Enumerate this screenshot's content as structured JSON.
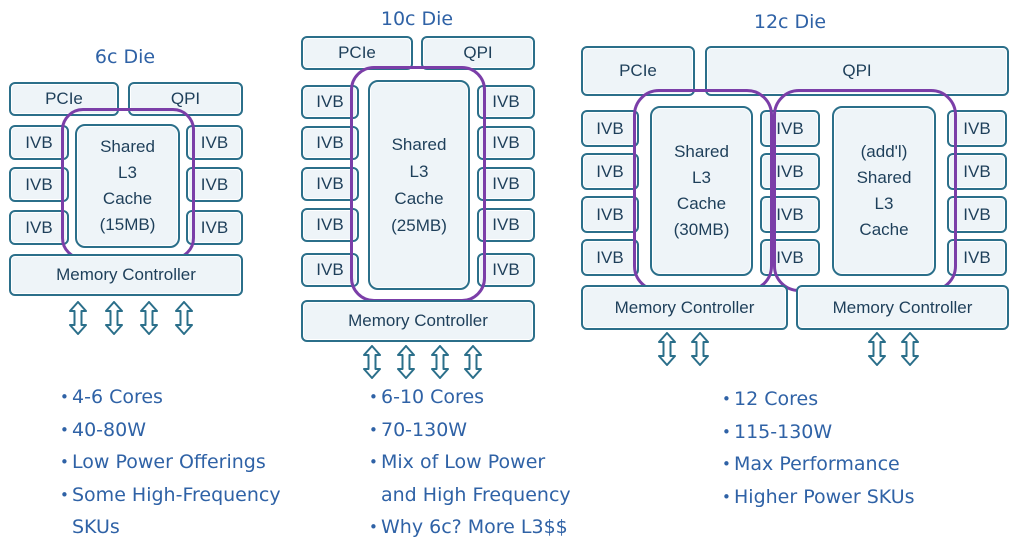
{
  "dies": [
    {
      "title": "6c Die",
      "pcie": "PCIe",
      "qpi": "QPI",
      "core_label": "IVB",
      "cache_lines": [
        "Shared",
        "L3",
        "Cache",
        "(15MB)"
      ],
      "memory_controller": "Memory Controller",
      "bullets": [
        "4-6 Cores",
        "40-80W",
        "Low Power Offerings",
        "Some High-Frequency",
        "SKUs"
      ]
    },
    {
      "title": "10c Die",
      "pcie": "PCIe",
      "qpi": "QPI",
      "core_label": "IVB",
      "cache_lines": [
        "Shared",
        "L3",
        "Cache",
        "(25MB)"
      ],
      "memory_controller": "Memory Controller",
      "bullets": [
        "6-10 Cores",
        "70-130W",
        "Mix of Low Power",
        "and High Frequency",
        "Why 6c? More L3$$"
      ]
    },
    {
      "title": "12c Die",
      "pcie": "PCIe",
      "qpi": "QPI",
      "core_label": "IVB",
      "cache_lines": [
        "Shared",
        "L3",
        "Cache",
        "(30MB)"
      ],
      "cache2_lines": [
        "(add'l)",
        "Shared",
        "L3",
        "Cache"
      ],
      "memory_controller": "Memory Controller",
      "memory_controller_2": "Memory Controller",
      "bullets": [
        "12 Cores",
        "115-130W",
        "Max Performance",
        "Higher Power SKUs"
      ]
    }
  ],
  "colors": {
    "block_border": "#2b6f8a",
    "block_fill": "#eef4f8",
    "ring": "#7b3ea8",
    "text": "#2f62a6"
  }
}
